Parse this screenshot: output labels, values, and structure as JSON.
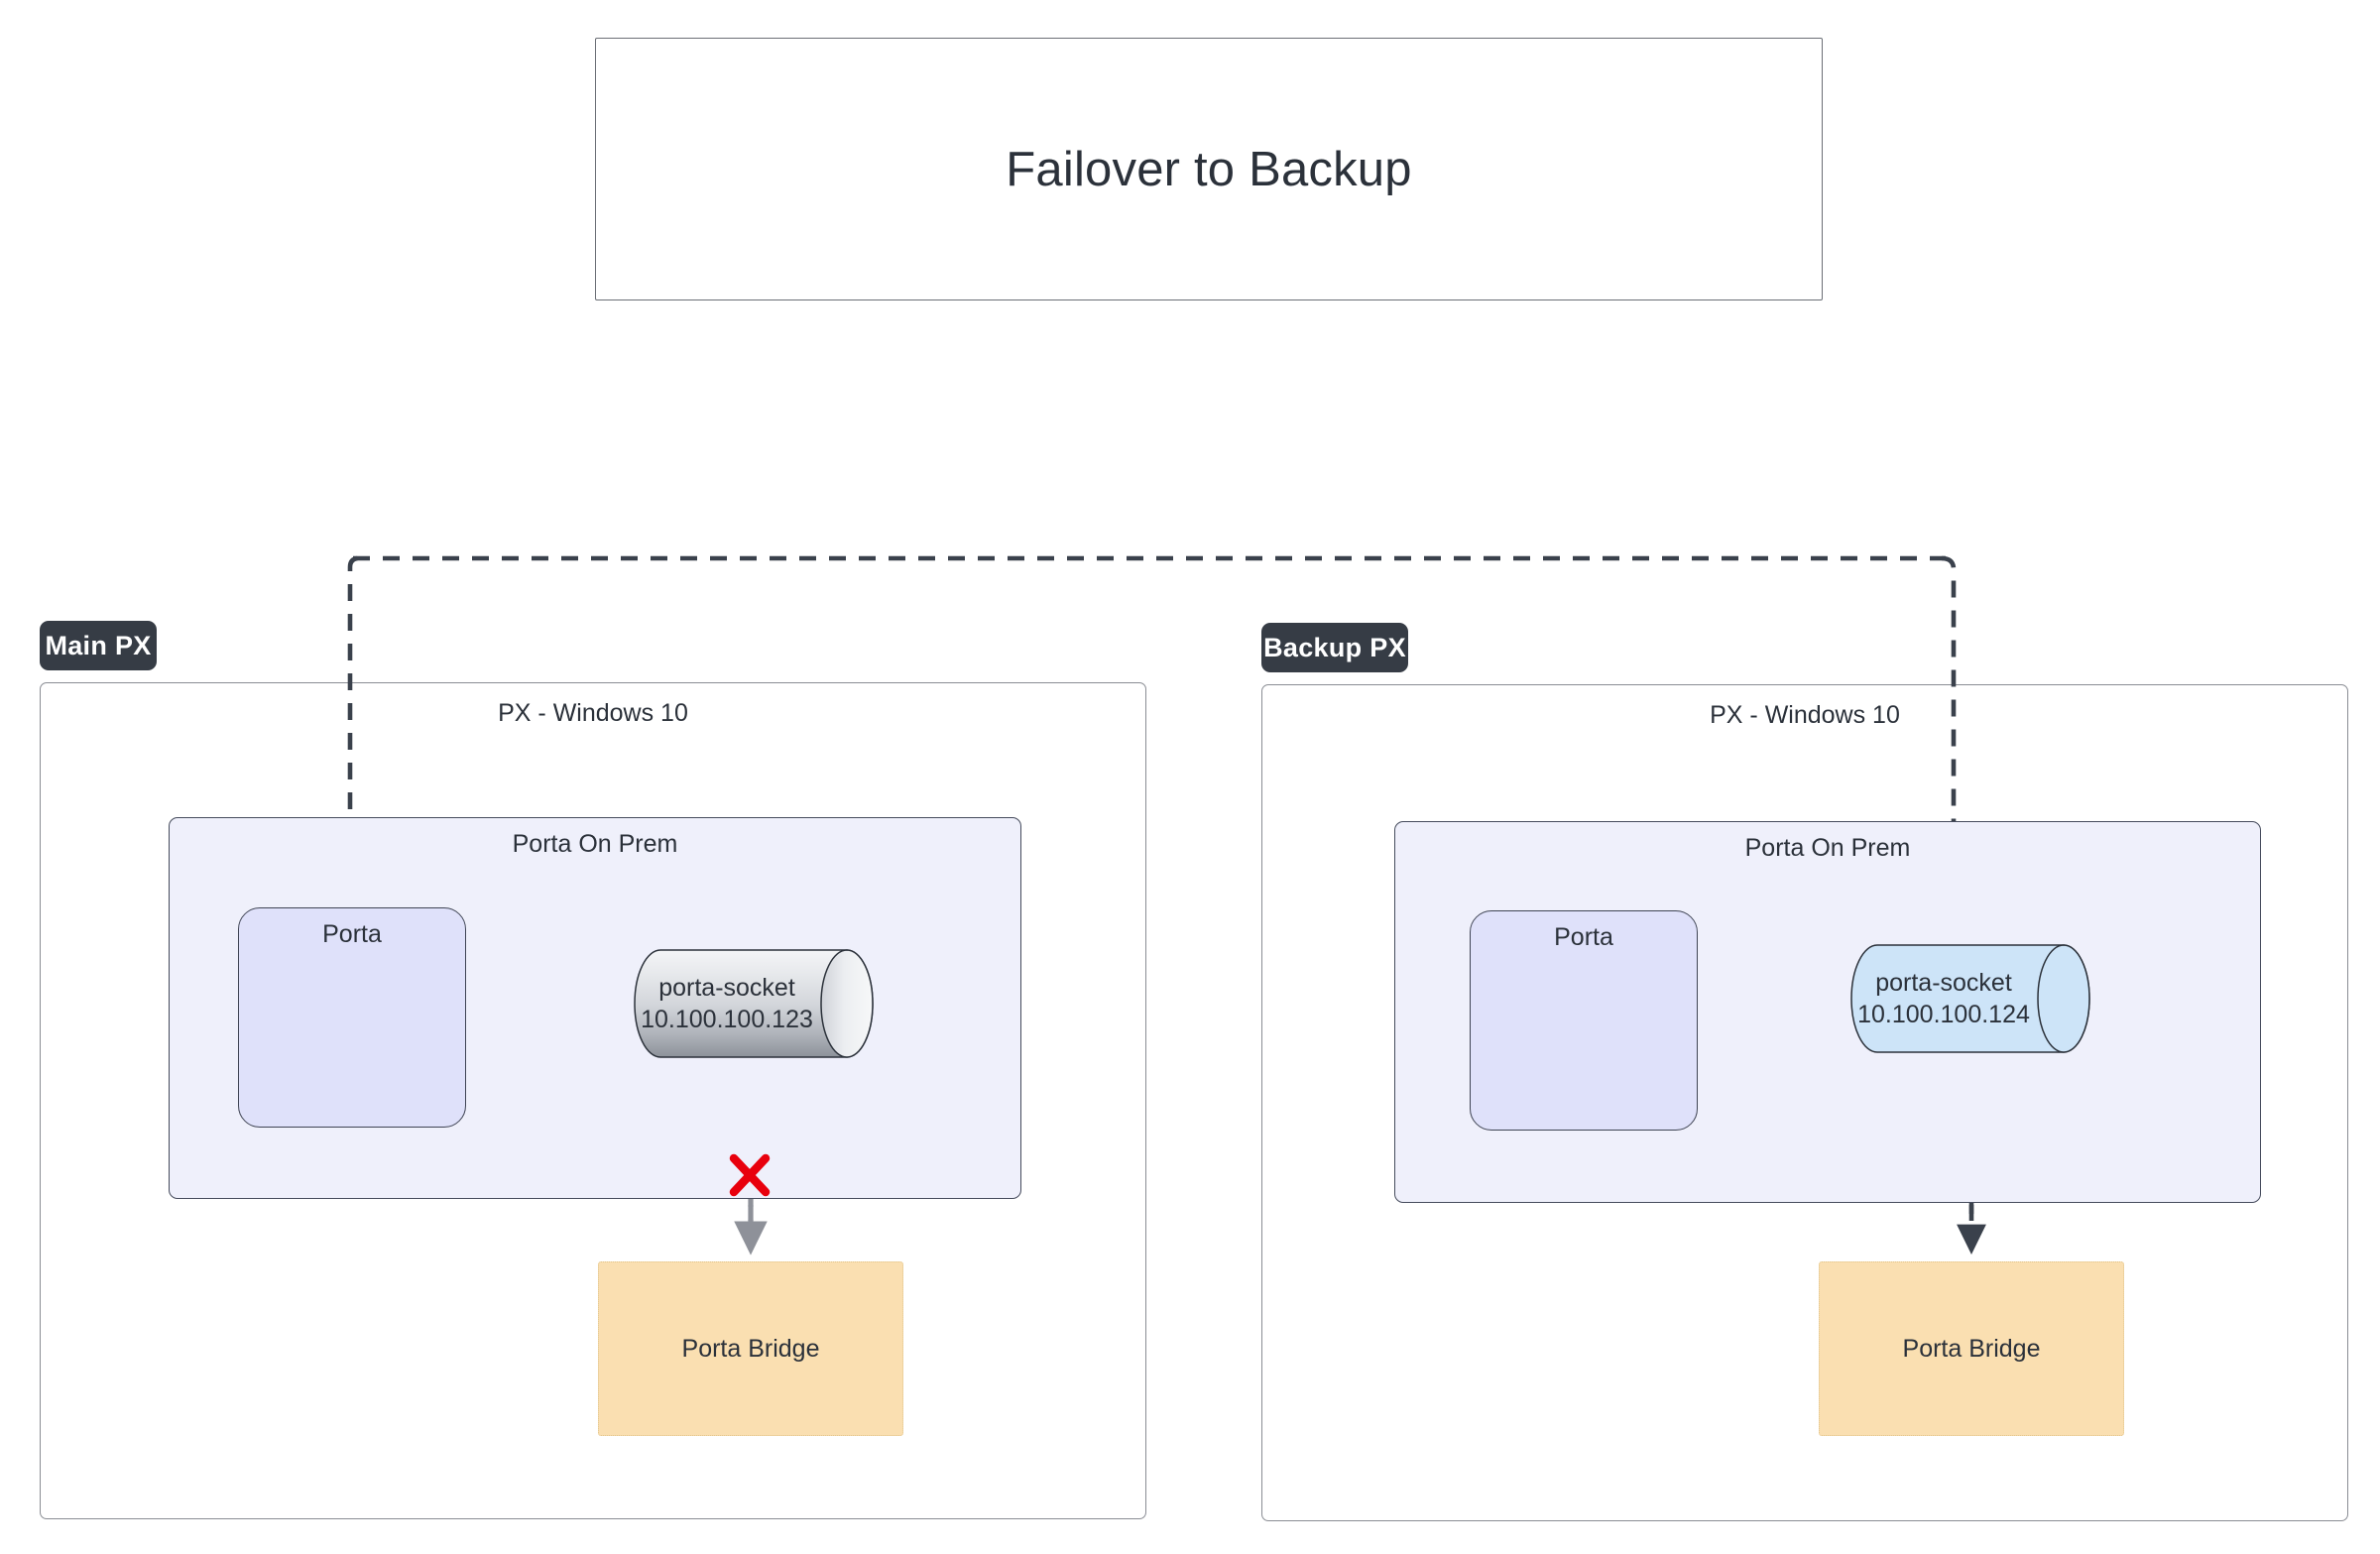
{
  "title_card": {
    "text": "Failover to Backup"
  },
  "zones": [
    {
      "badge": "Main PX",
      "container_label": "PX - Windows 10",
      "group_label": "Porta On Prem",
      "porta_label": "Porta",
      "socket": {
        "name": "porta-socket",
        "ip": "10.100.100.123"
      },
      "bridge_label": "Porta Bridge",
      "link_state": "broken",
      "error_marker": "red-x"
    },
    {
      "badge": "Backup PX",
      "container_label": "PX - Windows 10",
      "group_label": "Porta On Prem",
      "porta_label": "Porta",
      "socket": {
        "name": "porta-socket",
        "ip": "10.100.100.124"
      },
      "bridge_label": "Porta Bridge",
      "link_state": "active",
      "error_marker": null
    }
  ],
  "colors": {
    "badge_bg": "#363c45",
    "badge_text": "#ffffff",
    "onprem_fill": "#eff0fb",
    "onprem_stroke": "#454b5c",
    "porta_fill": "#dfe1fa",
    "porta_stroke": "#3f4454",
    "cylinder_main_fill": "#b8bcc4",
    "cylinder_backup_fill": "#cde4f8",
    "cylinder_stroke": "#2b313a",
    "bridge_fill": "#fadfb1",
    "bridge_stroke": "#e0c389",
    "connector_active": "#3a414c",
    "connector_inactive": "#8e9199",
    "error_x": "#e8000d",
    "container_stroke": "#8a8d94",
    "text": "#2b313a"
  },
  "connectors": {
    "failover_route_label": "",
    "main_broken_link": "broken",
    "backup_active_link": "active"
  }
}
